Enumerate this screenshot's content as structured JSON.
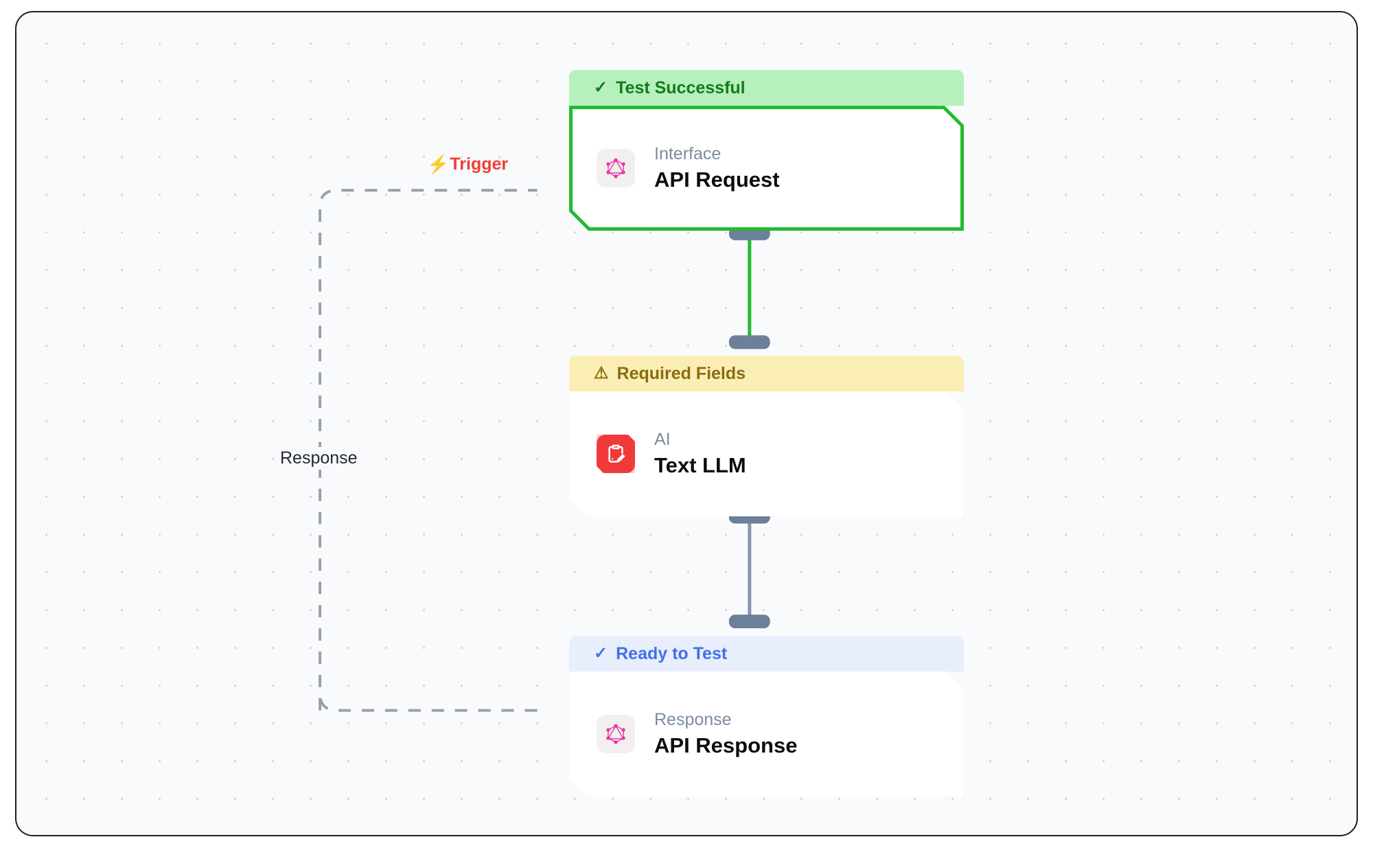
{
  "canvas": {
    "background_color": "#f8fafc",
    "grid": "dot-grid",
    "border_color": "#1d1f24"
  },
  "edges": {
    "trigger": {
      "label": "Trigger",
      "icon": "lightning-bolt-icon",
      "color": "#ef3e36",
      "style": "dashed"
    },
    "response": {
      "label": "Response",
      "color": "#24282f",
      "style": "dashed"
    },
    "request_to_llm": {
      "color": "#22bb33",
      "style": "solid"
    },
    "llm_to_response": {
      "color": "#6d8099",
      "style": "solid"
    }
  },
  "nodes": [
    {
      "id": "api-request",
      "status": {
        "text": "Test Successful",
        "icon": "check-icon",
        "variant": "success",
        "bg": "#b6f0bc",
        "fg": "#137a1d"
      },
      "kind": "Interface",
      "title": "API Request",
      "icon": "graphql-icon",
      "outline_color": "#22bb33"
    },
    {
      "id": "text-llm",
      "status": {
        "text": "Required Fields",
        "icon": "warning-triangle-icon",
        "variant": "warning",
        "bg": "#faeeb4",
        "fg": "#8a6d12"
      },
      "kind": "AI",
      "title": "Text LLM",
      "icon": "clipboard-pencil-icon",
      "outline_color": ""
    },
    {
      "id": "api-response",
      "status": {
        "text": "Ready to Test",
        "icon": "check-icon",
        "variant": "ready",
        "bg": "#e8eefc",
        "fg": "#4270e8"
      },
      "kind": "Response",
      "title": "API Response",
      "icon": "graphql-icon",
      "outline_color": ""
    }
  ]
}
